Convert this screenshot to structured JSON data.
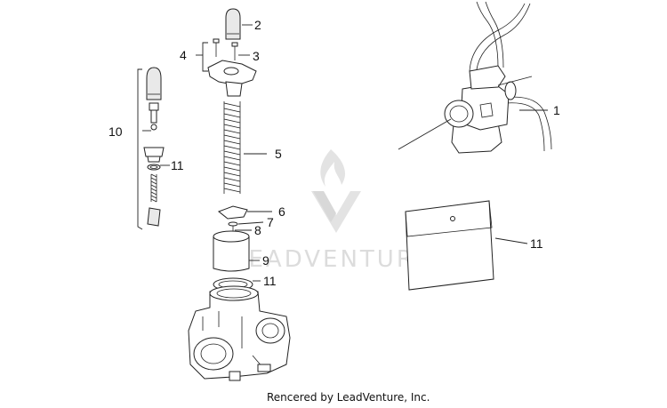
{
  "callouts": {
    "c1": "1",
    "c2": "2",
    "c3": "3",
    "c4": "4",
    "c5": "5",
    "c6": "6",
    "c7": "7",
    "c8": "8",
    "c9": "9",
    "c10": "10",
    "c11a": "11",
    "c11b": "11",
    "c11c": "11"
  },
  "watermark": {
    "text": "LEADVENTURE"
  },
  "credit": {
    "text": "Rencered by LeadVenture, Inc."
  },
  "colors": {
    "line": "#222222",
    "watermark": "#dcdcdc",
    "background": "#ffffff"
  }
}
